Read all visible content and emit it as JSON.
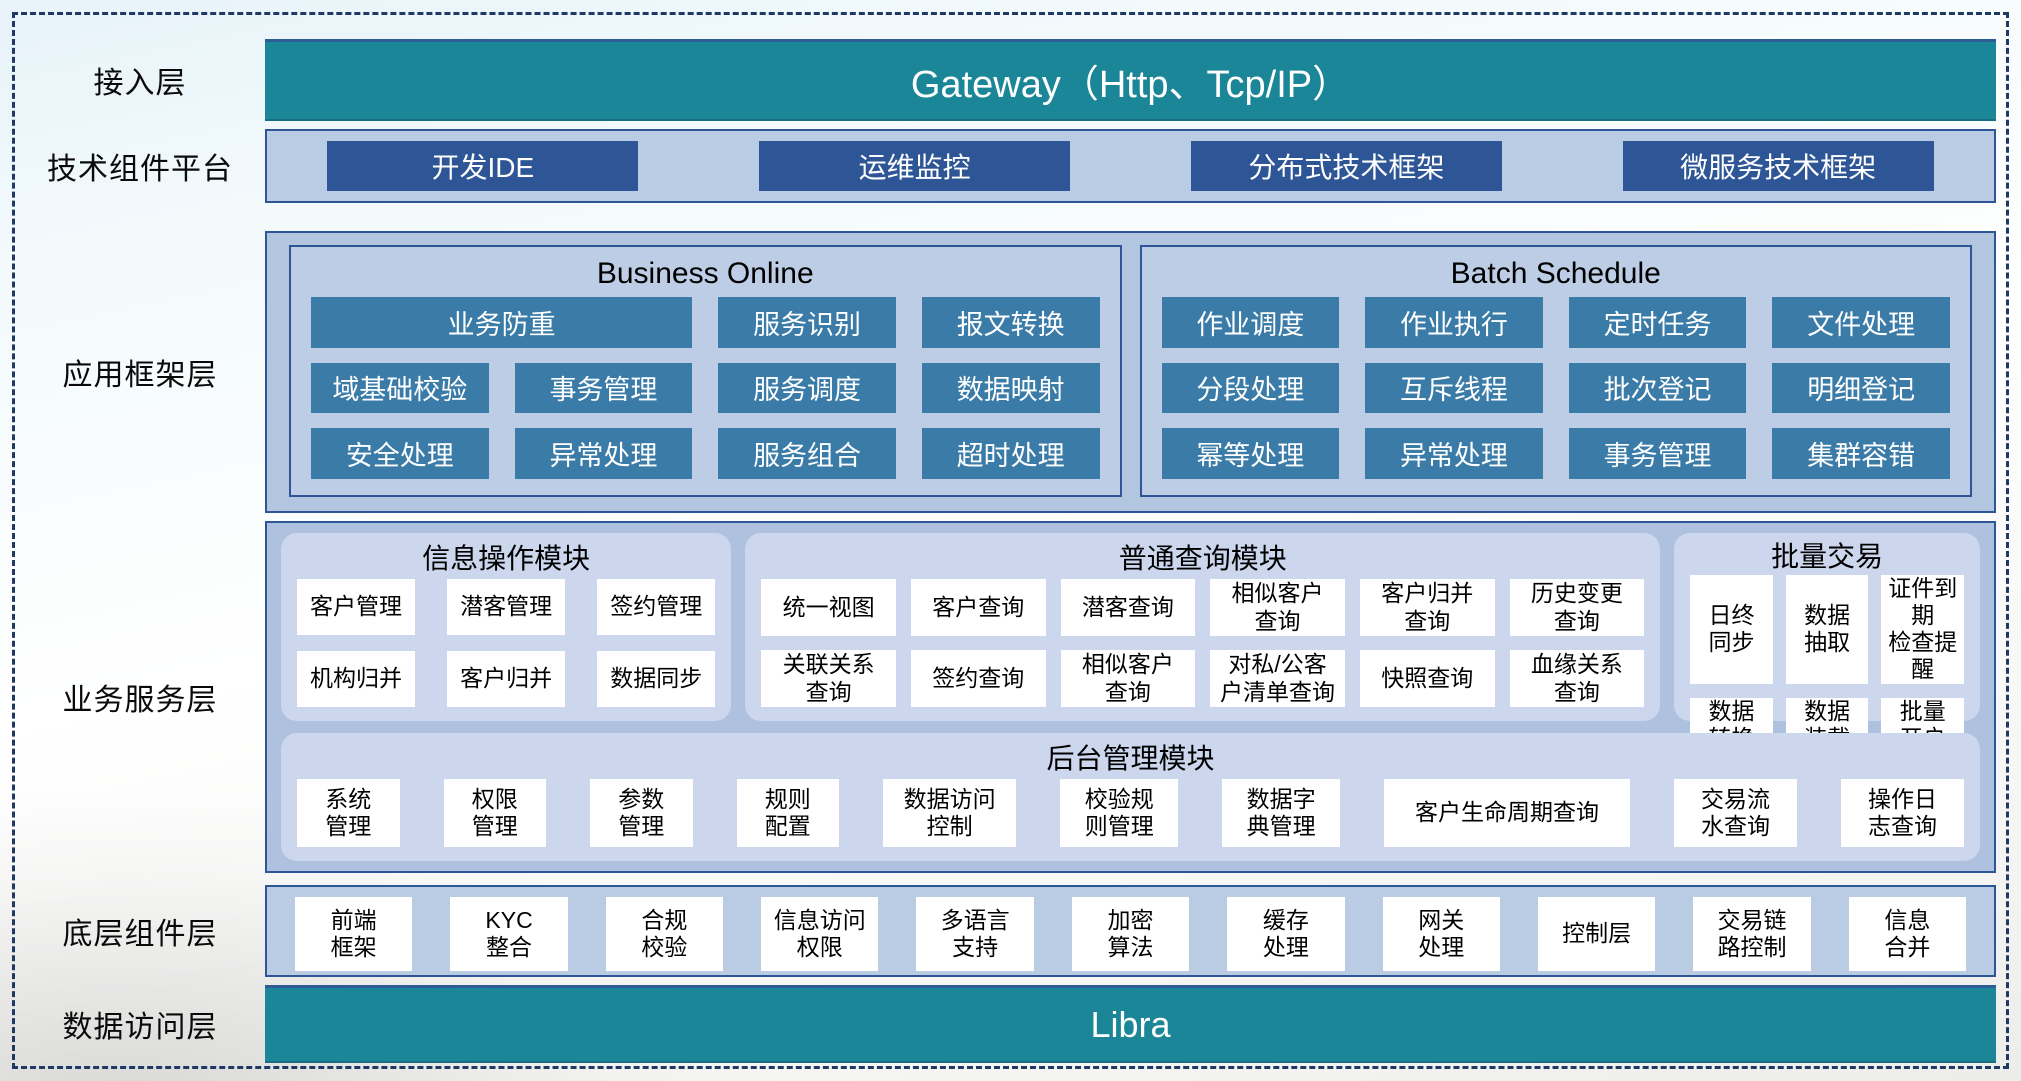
{
  "colors": {
    "teal": "#1b8698",
    "navy": "#2e5596",
    "steel_blue": "#3a7ba8",
    "container_blue": "#b3c6e0",
    "rounded_panel": "#ccd7ee",
    "dashed_border": "#1f3864"
  },
  "layers": {
    "access": {
      "label": "接入层",
      "bar_text": "Gateway（Http、Tcp/IP）"
    },
    "tech_platform": {
      "label": "技术组件平台",
      "items": [
        "开发IDE",
        "运维监控",
        "分布式技术框架",
        "微服务技术框架"
      ]
    },
    "app_framework": {
      "label": "应用框架层",
      "business_online": {
        "title": "Business Online",
        "row1": [
          "业务防重",
          "服务识别",
          "报文转换"
        ],
        "row2": [
          "域基础校验",
          "事务管理",
          "服务调度",
          "数据映射"
        ],
        "row3": [
          "安全处理",
          "异常处理",
          "服务组合",
          "超时处理"
        ]
      },
      "batch_schedule": {
        "title": "Batch Schedule",
        "row1": [
          "作业调度",
          "作业执行",
          "定时任务",
          "文件处理"
        ],
        "row2": [
          "分段处理",
          "互斥线程",
          "批次登记",
          "明细登记"
        ],
        "row3": [
          "幂等处理",
          "异常处理",
          "事务管理",
          "集群容错"
        ]
      }
    },
    "business_service": {
      "label": "业务服务层",
      "info_ops": {
        "title": "信息操作模块",
        "row1": [
          "客户管理",
          "潜客管理",
          "签约管理"
        ],
        "row2": [
          "机构归并",
          "客户归并",
          "数据同步"
        ]
      },
      "general_query": {
        "title": "普通查询模块",
        "row1": [
          "统一视图",
          "客户查询",
          "潜客查询",
          "相似客户\n查询",
          "客户归并\n查询",
          "历史变更\n查询"
        ],
        "row2": [
          "关联关系\n查询",
          "签约查询",
          "相似客户\n查询",
          "对私/公客\n户清单查询",
          "快照查询",
          "血缘关系\n查询"
        ]
      },
      "batch_trade": {
        "title": "批量交易",
        "row1": [
          "日终\n同步",
          "数据\n抽取",
          "证件到期\n检查提醒"
        ],
        "row2": [
          "数据\n转换",
          "数据\n装载",
          "批量\n开户"
        ]
      },
      "admin": {
        "title": "后台管理模块",
        "items": [
          "系统\n管理",
          "权限\n管理",
          "参数\n管理",
          "规则\n配置",
          "数据访问\n控制",
          "校验规\n则管理",
          "数据字\n典管理",
          "客户生命周期查询",
          "交易流\n水查询",
          "操作日\n志查询"
        ]
      }
    },
    "base_components": {
      "label": "底层组件层",
      "items": [
        "前端\n框架",
        "KYC\n整合",
        "合规\n校验",
        "信息访问\n权限",
        "多语言\n支持",
        "加密\n算法",
        "缓存\n处理",
        "网关\n处理",
        "控制层",
        "交易链\n路控制",
        "信息\n合并"
      ]
    },
    "data_access": {
      "label": "数据访问层",
      "bar_text": "Libra"
    }
  }
}
